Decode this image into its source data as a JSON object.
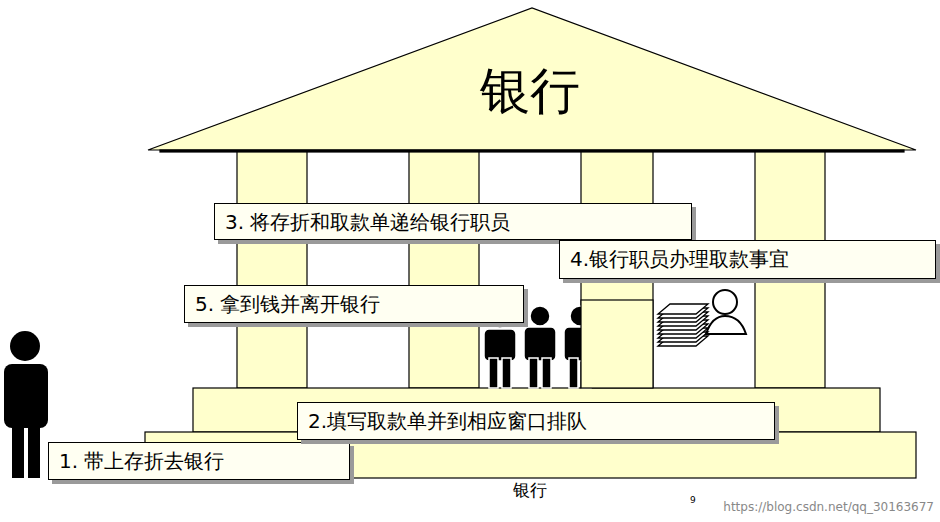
{
  "diagram": {
    "title": "银行",
    "caption": "银行",
    "nodes": [
      {
        "text": [
          "1.  带上存折去银行"
        ]
      },
      {
        "text": [
          "2.填写取款单并到相应窗口排队"
        ]
      },
      {
        "text": [
          "3. 将存折和取款单递给银行职员"
        ]
      },
      {
        "text": [
          "4.银行职员办理取款事宜"
        ]
      },
      {
        "text": [
          "5. 拿到钱并离开银行"
        ]
      }
    ],
    "labels": [
      "9",
      "https://blog.csdn.net/qq_30163677"
    ]
  }
}
